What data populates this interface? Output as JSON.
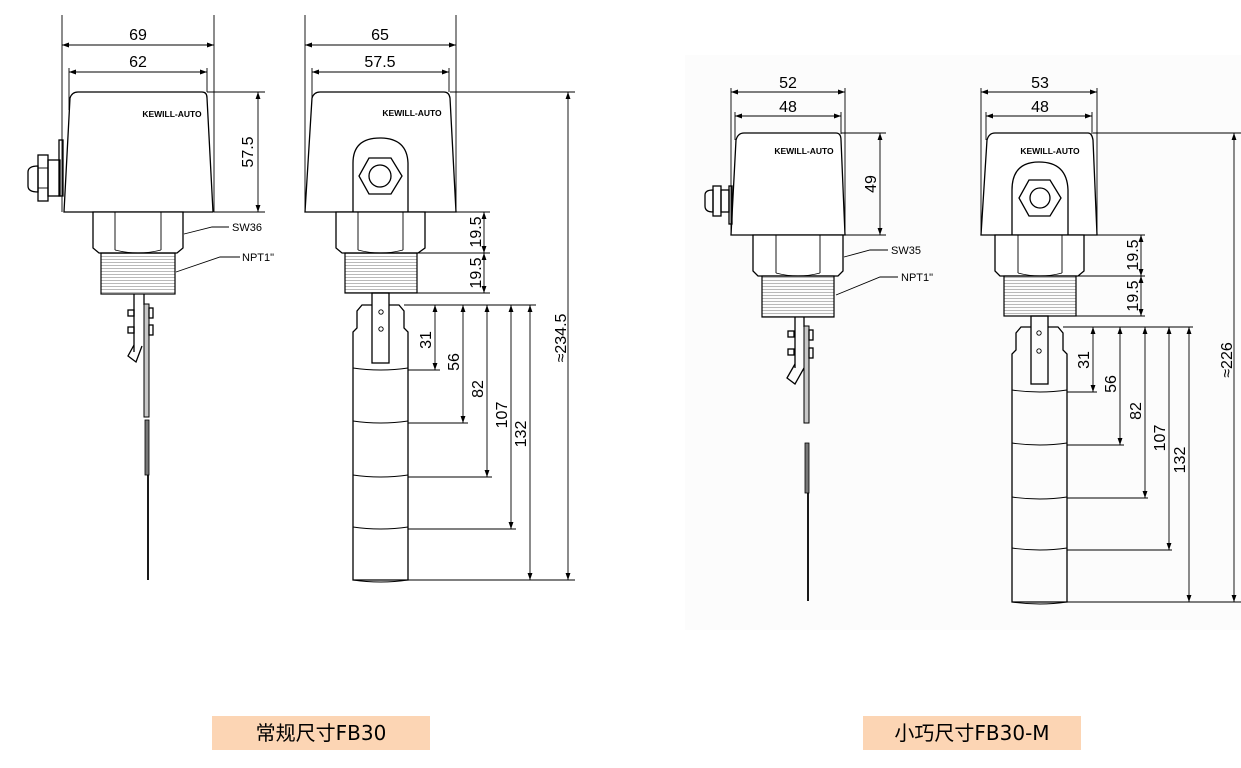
{
  "captions": {
    "standard": "常规尺寸FB30",
    "compact": "小巧尺寸FB30-M"
  },
  "colors": {
    "caption_bg": "#fcd5b4",
    "line": "#000000",
    "compact_panel_bg": "#fcfcfc"
  },
  "standard": {
    "brand": "KEWILL-AUTO",
    "side_view": {
      "width_outer": "69",
      "width_inner": "62",
      "height": "57.5",
      "wrench": "SW36",
      "thread": "NPT1\""
    },
    "front_view": {
      "width_outer": "65",
      "width_inner": "57.5",
      "hex_height": "19.5",
      "thread_height": "19.5",
      "float_levels": [
        "31",
        "56",
        "82",
        "107",
        "132"
      ],
      "total_length": "≈234.5"
    }
  },
  "compact": {
    "brand": "KEWILL-AUTO",
    "side_view": {
      "width_outer": "52",
      "width_inner": "48",
      "height": "49",
      "wrench": "SW35",
      "thread": "NPT1\""
    },
    "front_view": {
      "width_outer": "53",
      "width_inner": "48",
      "hex_height": "19.5",
      "thread_height": "19.5",
      "float_levels": [
        "31",
        "56",
        "82",
        "107",
        "132"
      ],
      "total_length": "≈226"
    }
  }
}
